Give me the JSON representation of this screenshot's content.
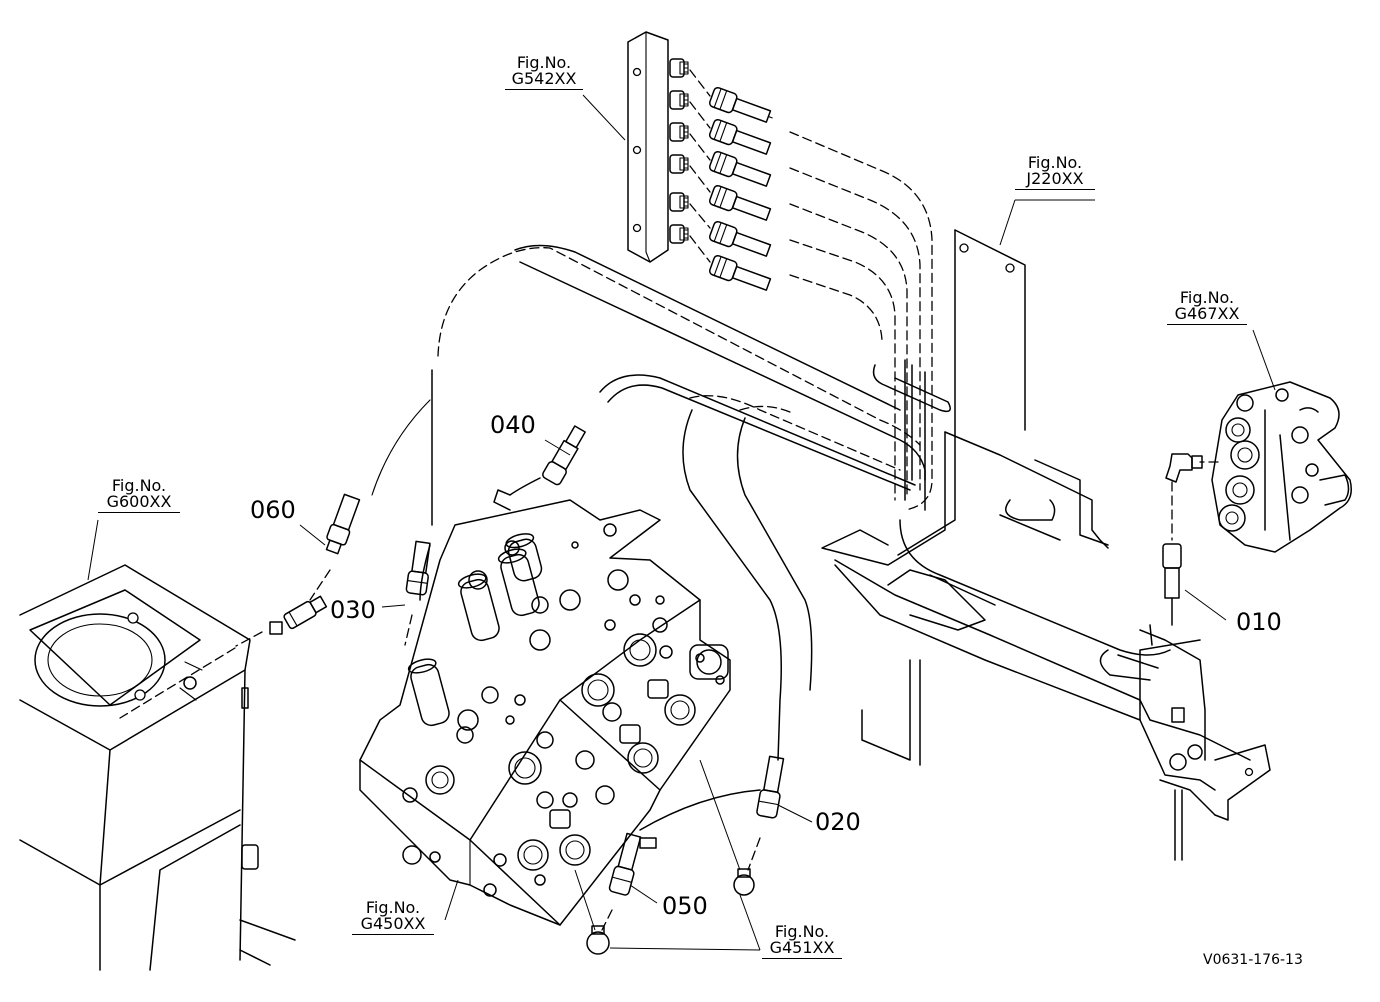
{
  "part_numbers": {
    "p010": "010",
    "p020": "020",
    "p030": "030",
    "p040": "040",
    "p050": "050",
    "p060": "060"
  },
  "figure_refs": {
    "g542": {
      "prefix": "Fig.No.",
      "code": "G542XX"
    },
    "j220": {
      "prefix": "Fig.No.",
      "code": "J220XX"
    },
    "g467": {
      "prefix": "Fig.No.",
      "code": "G467XX"
    },
    "g600": {
      "prefix": "Fig.No.",
      "code": "G600XX"
    },
    "g450": {
      "prefix": "Fig.No.",
      "code": "G450XX"
    },
    "g451": {
      "prefix": "Fig.No.",
      "code": "G451XX"
    }
  },
  "drawing_code": "V0631-176-13",
  "colors": {
    "ink": "#000000",
    "paper": "#ffffff"
  }
}
